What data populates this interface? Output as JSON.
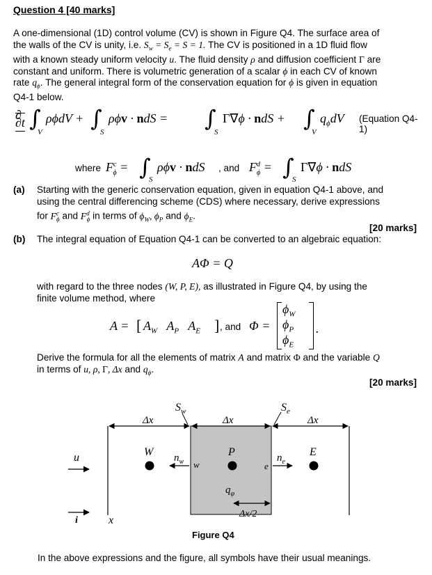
{
  "heading": "Question 4 [40 marks]",
  "intro": {
    "l1": "A one-dimensional (1D) control volume (CV) is shown in Figure Q4. The surface area of",
    "l2a": "the walls of the CV is unity, i.e.",
    "l2m": "S_w = S_e = S = 1.",
    "l2b": "The CV is positioned in a 1D fluid flow",
    "l3a": "with a known steady uniform velocity",
    "l3m": "u.",
    "l3b": "The fluid density",
    "l3c": "and diffusion coefficient",
    "l3d": "are",
    "l4a": "constant and uniform. There is volumetric generation of a scalar",
    "l4b": "in each CV of known",
    "l5a": "rate",
    "l5b": ". The general integral form of the conservation equation for",
    "l5c": "is given in equation",
    "l6": "Q4-1 below."
  },
  "equation1": {
    "tag": "(Equation Q4-1)",
    "where": "where",
    "and": ", and"
  },
  "part_a": {
    "label": "(a)",
    "l1": "Starting with the generic conservation equation, given in equation Q4-1 above, and",
    "l2": "using the central differencing scheme (CDS) where necessary, derive expressions",
    "l3a": "for",
    "l3b": "and",
    "l3c": "in terms of",
    "l3d": "and",
    "marks": "[20 marks]"
  },
  "part_b": {
    "label": "(b)",
    "l1": "The integral equation of Equation Q4-1 can be converted to an algebraic equation:",
    "eq": "AΦ = Q",
    "l2a": "with regard to the three nodes",
    "l2m": "(W, P, E),",
    "l2b": "as illustrated in Figure Q4, by using the",
    "l3": "finite volume method, where",
    "and_text": ", and",
    "l4a": "Derive the formula for all the elements of matrix",
    "l4b": "and matrix",
    "l4c": "and the variable",
    "l5a": "in terms of",
    "l5b": "and",
    "marks": "[20 marks]"
  },
  "figure": {
    "caption": "Figure Q4",
    "labels": {
      "sw": "S",
      "sw_sub": "w",
      "se": "S",
      "se_sub": "e",
      "dx": "Δx",
      "dx_half": "Δx/2",
      "u": "u",
      "i": "i",
      "x": "x",
      "W": "W",
      "P": "P",
      "E": "E",
      "nw": "n",
      "nw_sub": "w",
      "ne": "n",
      "ne_sub": "e",
      "w": "w",
      "e": "e",
      "q": "q",
      "q_sub": "φ"
    },
    "colors": {
      "cv_fill": "#c4c4c4"
    }
  },
  "footer": "In the above expressions and the figure, all symbols have their usual meanings."
}
